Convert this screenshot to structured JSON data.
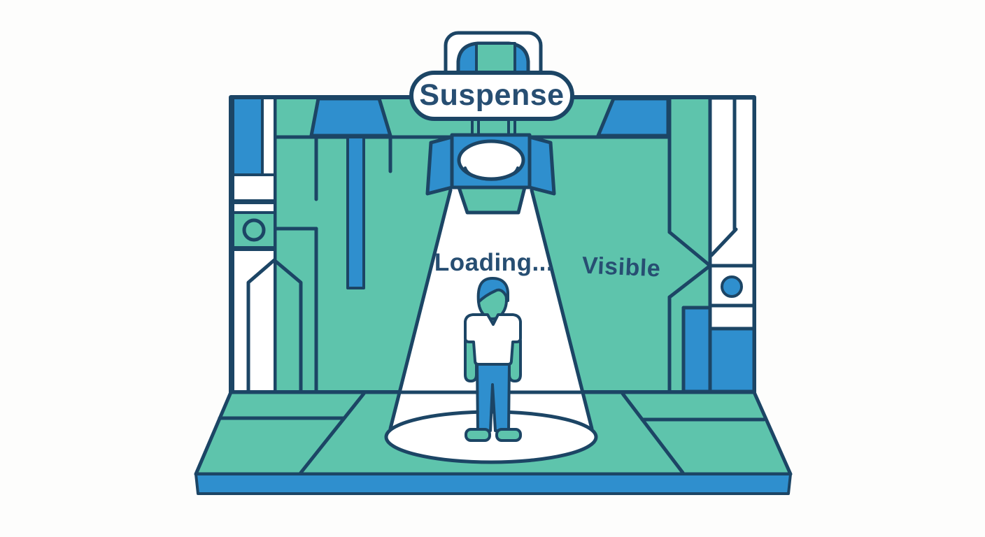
{
  "scene": {
    "badge": "Suspense",
    "beam_label": "Loading...",
    "wall_label": "Visible"
  },
  "colors": {
    "teal": "#5ec4ac",
    "blue": "#2f8fce",
    "navy": "#1c4565",
    "text": "#274e72",
    "white": "#ffffff",
    "background": "#fdfdfc"
  }
}
